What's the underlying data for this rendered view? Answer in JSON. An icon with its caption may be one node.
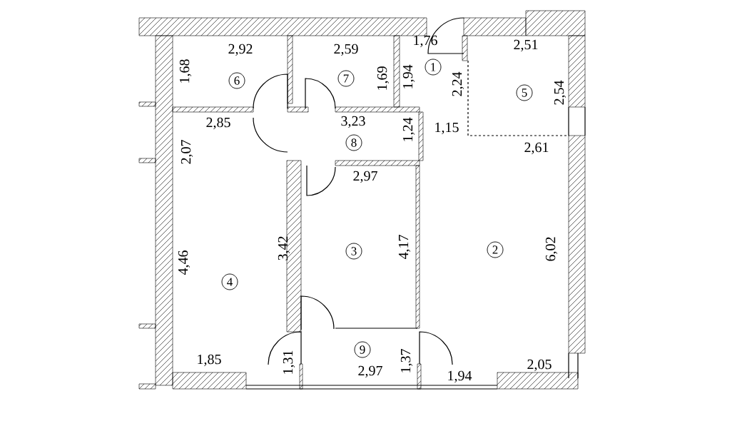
{
  "diagram": {
    "labels": [
      "2,92",
      "2,59",
      "1,76",
      "2,51",
      "1",
      "6",
      "7",
      "1,68",
      "1,69",
      "1,94",
      "2,24",
      "5",
      "2,54",
      "2,85",
      "3,23",
      "1,15",
      "8",
      "1,24",
      "2,61",
      "2,07",
      "2,97",
      "3,42",
      "3",
      "4,17",
      "2",
      "6,02",
      "4,46",
      "4",
      "9",
      "1,31",
      "1,37",
      "1,85",
      "2,05",
      "2,97",
      "1,94"
    ]
  }
}
